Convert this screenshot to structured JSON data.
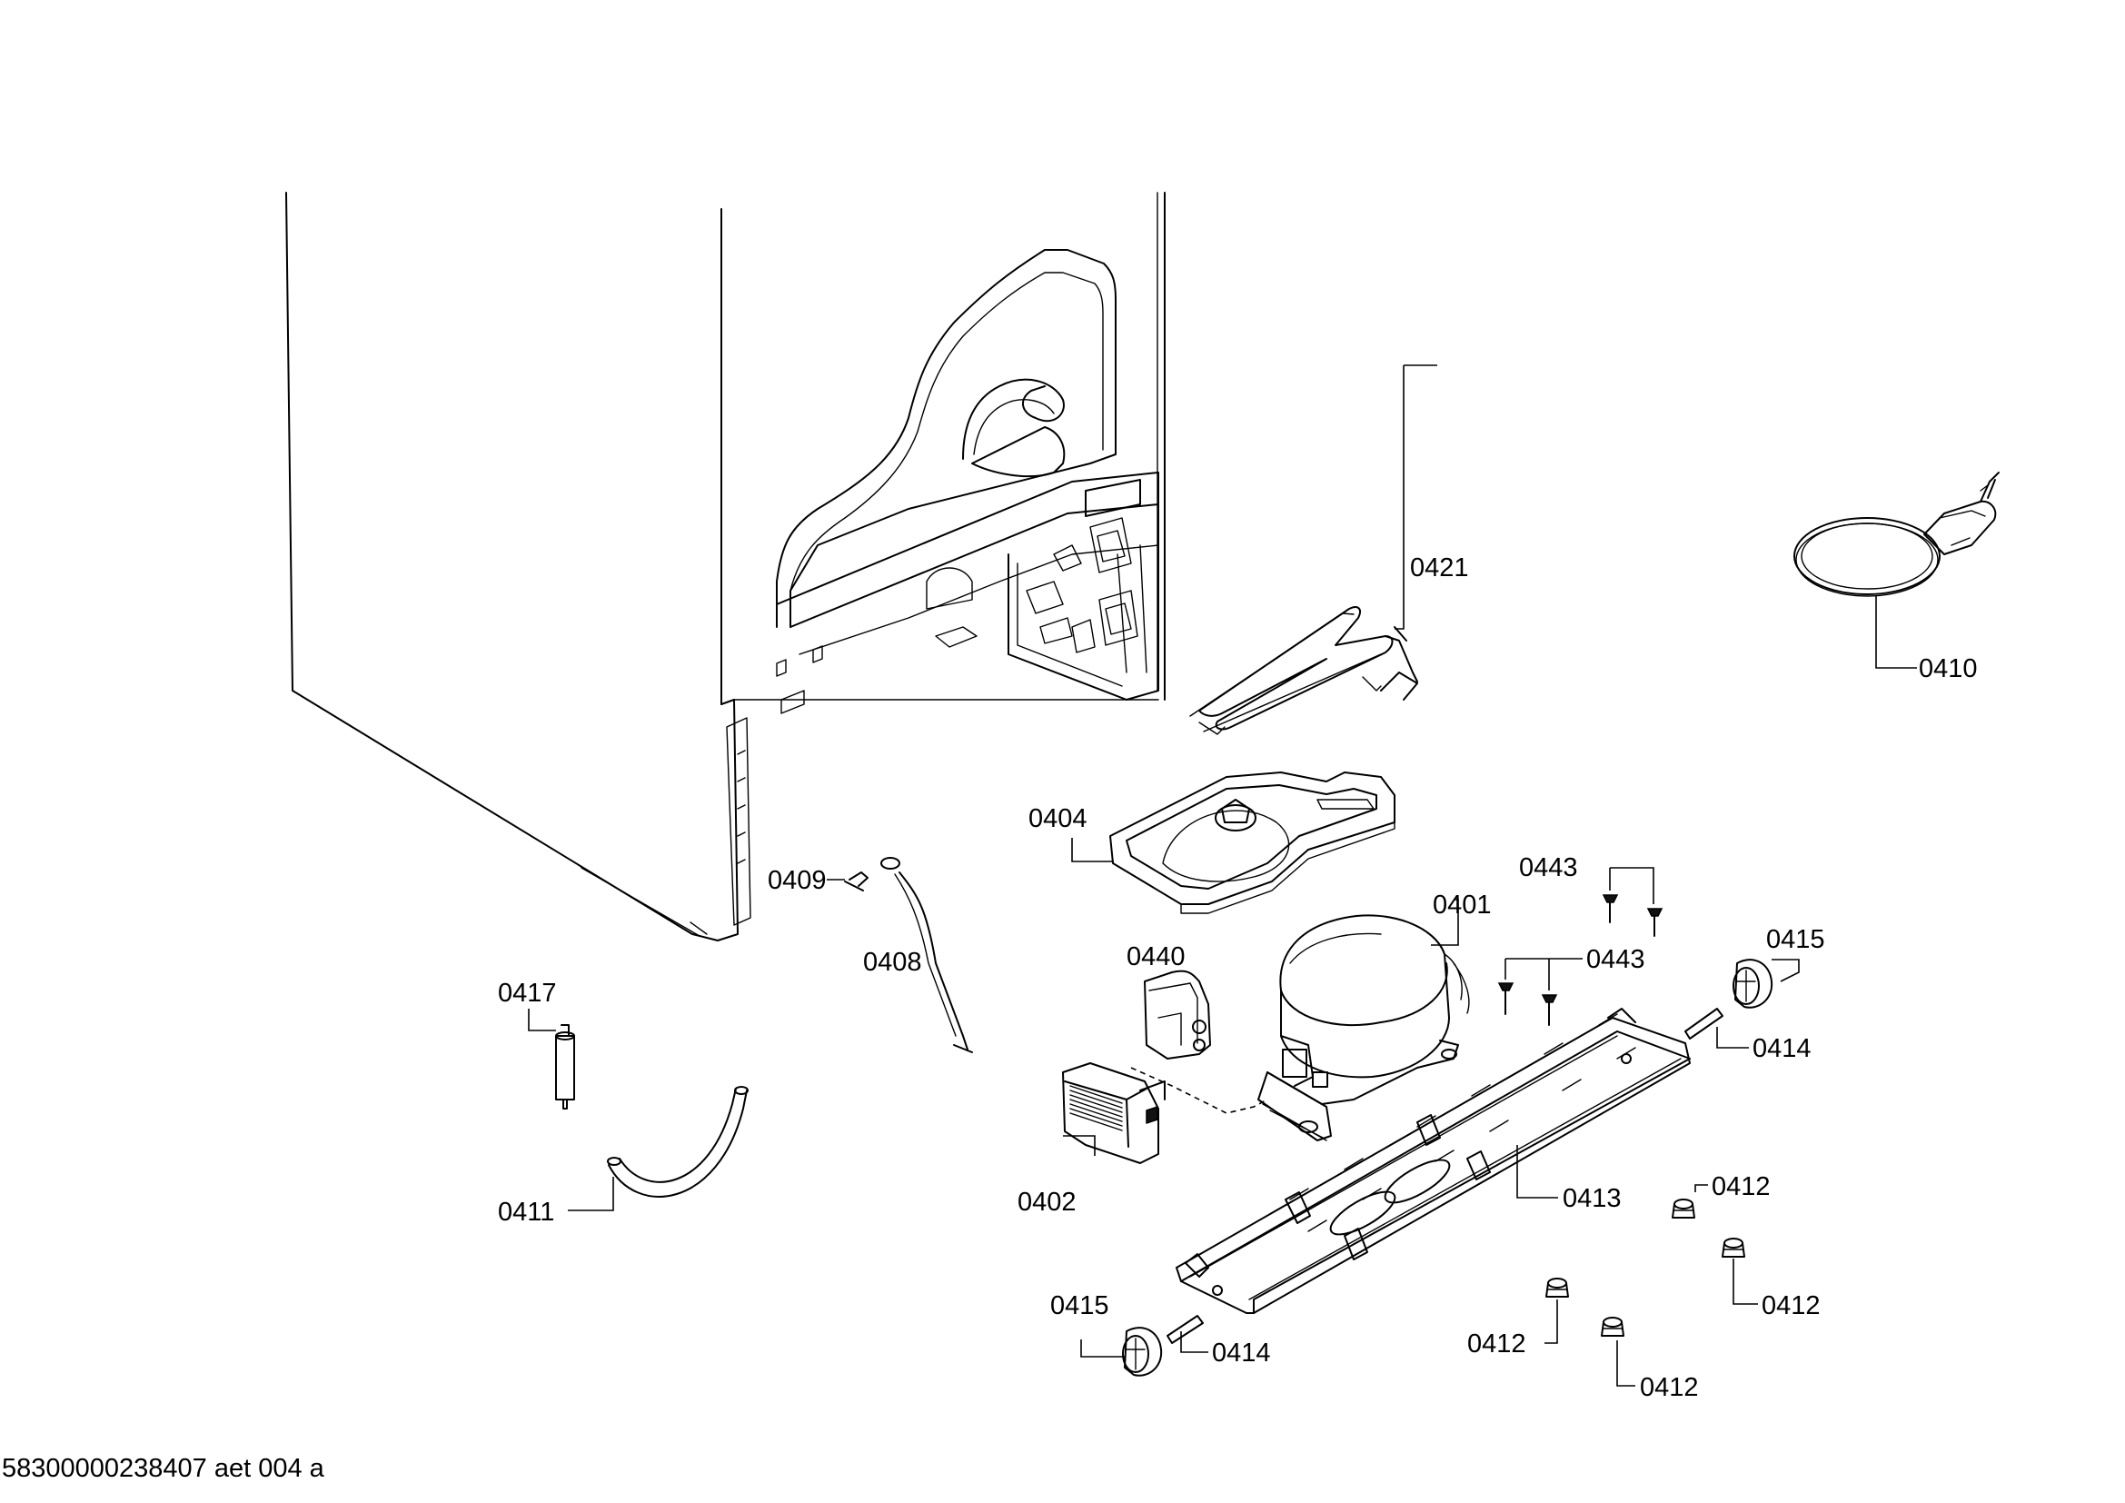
{
  "labels": {
    "p0401": "0401",
    "p0402": "0402",
    "p0404": "0404",
    "p0408": "0408",
    "p0409": "0409",
    "p0410": "0410",
    "p0411": "0411",
    "p0412a": "0412",
    "p0412b": "0412",
    "p0412c": "0412",
    "p0412d": "0412",
    "p0413": "0413",
    "p0414a": "0414",
    "p0414b": "0414",
    "p0415a": "0415",
    "p0415b": "0415",
    "p0417": "0417",
    "p0421": "0421",
    "p0440": "0440",
    "p0443a": "0443",
    "p0443b": "0443"
  },
  "footer": {
    "code": "58300000238407 aet 004 a"
  }
}
